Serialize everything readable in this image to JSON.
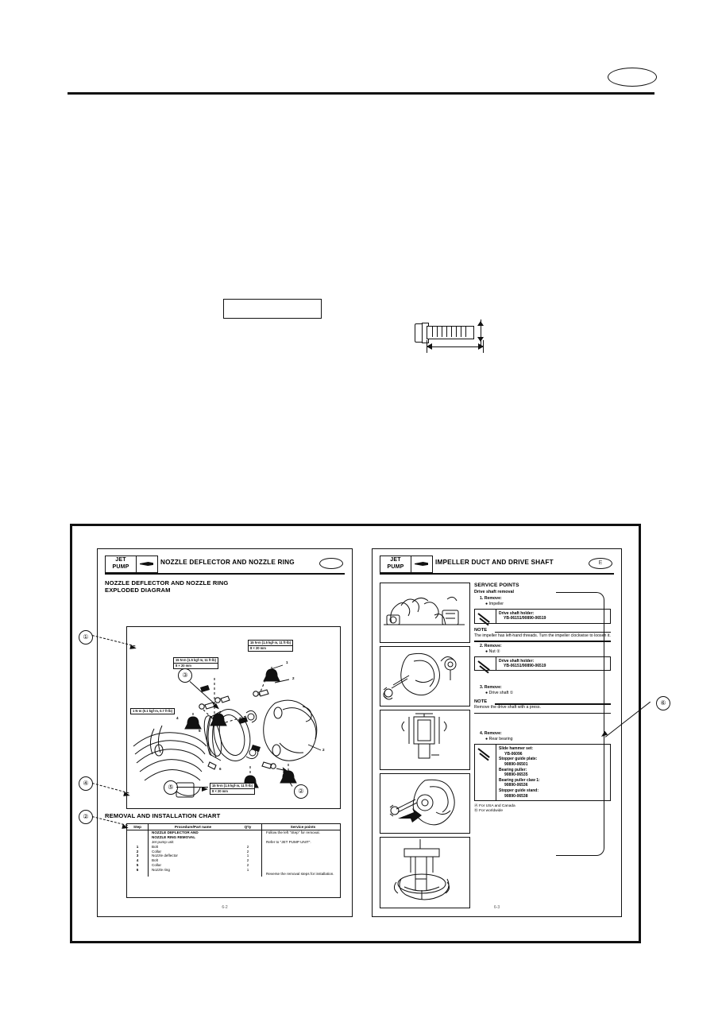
{
  "document": {
    "type": "service-manual-scan",
    "top_ellipse_label": "",
    "mid_box_label": ""
  },
  "left_page": {
    "logo_line1": "JET",
    "logo_line2": "PUMP",
    "header_title": "NOZZLE DEFLECTOR AND NOZZLE RING",
    "header_code": "",
    "section_title_line1": "NOZZLE DEFLECTOR AND NOZZLE RING",
    "section_title_line2": "EXPLODED DIAGRAM",
    "chart_heading": "REMOVAL AND INSTALLATION CHART",
    "page_number": "6-2",
    "torque_labels": [
      {
        "torque": "15 N·m (1.5 kgf·m, 11 ft·lb)",
        "size": "8 × 20 mm"
      },
      {
        "torque": "15 N·m (1.5 kgf·m, 11 ft·lb)",
        "size": "8 × 20 mm"
      },
      {
        "torque": "1 N·m (0.1 kgf·m, 0.7 ft·lb)",
        "size": ""
      },
      {
        "torque": "15 N·m (1.5 kgf·m, 11 ft·lb)",
        "size": "8 × 20 mm"
      }
    ],
    "part_numbers": [
      "1",
      "2",
      "3",
      "4",
      "5",
      "6"
    ],
    "chart": {
      "columns": [
        "Step",
        "Procedure/Part name",
        "Q'ty",
        "Service points"
      ],
      "title_rows": [
        "NOZZLE DEFLECTOR AND",
        "NOZZLE RING REMOVAL"
      ],
      "service_note_1": "Follow the left \"Step\" for removal.",
      "subheader_row": "Jet pump unit",
      "service_note_2": "Refer to \"JET PUMP UNIT\".",
      "rows": [
        {
          "step": "1",
          "part": "Bolt",
          "qty": "2"
        },
        {
          "step": "2",
          "part": "Collar",
          "qty": "2"
        },
        {
          "step": "3",
          "part": "Nozzle deflector",
          "qty": "1"
        },
        {
          "step": "4",
          "part": "Bolt",
          "qty": "2"
        },
        {
          "step": "5",
          "part": "Collar",
          "qty": "2"
        },
        {
          "step": "6",
          "part": "Nozzle ring",
          "qty": "1"
        }
      ],
      "footer_note": "Reverse the removal steps for installation."
    }
  },
  "right_page": {
    "logo_line1": "JET",
    "logo_line2": "PUMP",
    "header_title": "IMPELLER DUCT AND DRIVE SHAFT",
    "header_code": "E",
    "page_number": "6-3",
    "service_points": {
      "heading": "SERVICE POINTS",
      "subheading": "Drive shaft removal",
      "step1": "1. Remove:",
      "step1_bullet": "● Impeller",
      "tool1_name": "Drive shaft holder:",
      "tool1_number": "YB-06151/90890-06519",
      "note1_label": "NOTE",
      "note1_text": "The impeller has left-hand threads. Turn the impeller clockwise to loosen it.",
      "step2": "2. Remove:",
      "step2_bullet": "● Nut ②",
      "tool2_name": "Drive shaft holder:",
      "tool2_number": "YB-06151/90890-06519",
      "step3": "3. Remove:",
      "step3_bullet": "● Drive shaft ①",
      "note2_label": "NOTE",
      "note2_text": "Remove the drive shaft with a press.",
      "step4": "4. Remove:",
      "step4_bullet": "● Rear bearing",
      "tools4": [
        {
          "name": "Slide hammer set:",
          "number": "YB-06096"
        },
        {
          "name": "Stopper guide plate:",
          "number": "90890-06501"
        },
        {
          "name": "Bearing puller:",
          "number": "90890-06535"
        },
        {
          "name": "Bearing puller claw 1:",
          "number": "90890-06536"
        },
        {
          "name": "Stopper guide stand:",
          "number": "90890-06538"
        }
      ],
      "footnotes": [
        "Ⓐ For USA and Canada",
        "Ⓑ For worldwide"
      ]
    }
  },
  "callouts": [
    {
      "id": "1",
      "label": "①"
    },
    {
      "id": "2",
      "label": "②"
    },
    {
      "id": "4",
      "label": "④"
    },
    {
      "id": "6",
      "label": "⑥"
    },
    {
      "id": "d3",
      "label": "③"
    },
    {
      "id": "d5",
      "label": "⑤"
    },
    {
      "id": "d2",
      "label": "②"
    }
  ]
}
